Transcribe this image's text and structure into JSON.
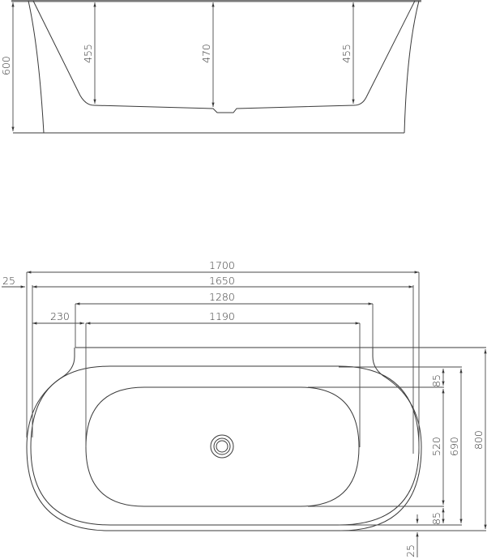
{
  "drawing": {
    "subject": "freestanding back-to-wall bathtub technical drawing",
    "units": "mm",
    "colors": {
      "line": "#3a3a3a",
      "background": "#ffffff",
      "rim_edge": "#7a7a7a"
    }
  },
  "side_view": {
    "dimensions": {
      "overall_height": "600",
      "depth_left": "455",
      "depth_center": "470",
      "depth_right": "455"
    }
  },
  "plan_view": {
    "dimensions": {
      "overall_length": "1700",
      "rim_length": "1650",
      "rim_offset": "25",
      "inner_length": "1280",
      "basin_length": "1190",
      "side_margin": "230",
      "top_margin": "85",
      "basin_width": "520",
      "inner_width": "690",
      "overall_width": "800",
      "bottom_margin": "85",
      "bottom_offset": "25"
    },
    "drain_icon": "drain-icon"
  }
}
